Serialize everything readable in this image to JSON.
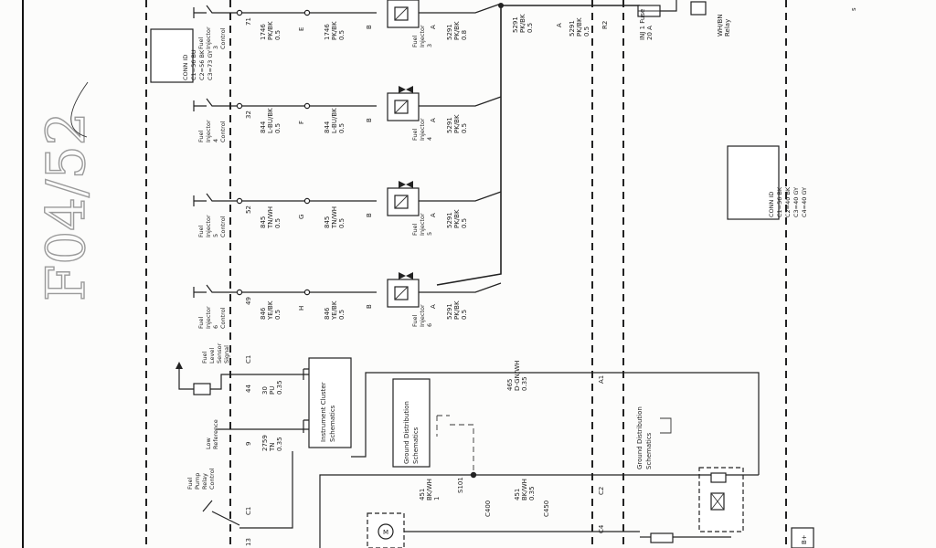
{
  "handwriting": "F04/52",
  "injectors": [
    {
      "pin": "71",
      "ckt1": "1746",
      "col1": "PK/BK",
      "g1": "0.5",
      "conn": "E",
      "ckt2": "1746",
      "col2": "PK/BK",
      "g2": "0.5",
      "pinB": "B",
      "name": "Fuel Injector 3",
      "pinA": "A",
      "pwr": "5291",
      "pcol": "PK/BK",
      "pg": "0.8",
      "ctl": "Fuel Injector 3 Control"
    },
    {
      "pin": "32",
      "ckt1": "844",
      "col1": "L-BU/BK",
      "g1": "0.5",
      "conn": "F",
      "ckt2": "844",
      "col2": "L-BU/BK",
      "g2": "0.5",
      "pinB": "B",
      "name": "Fuel Injector 4",
      "pinA": "A",
      "pwr": "5291",
      "pcol": "PK/BK",
      "pg": "0.5",
      "ctl": "Fuel Injector 4 Control"
    },
    {
      "pin": "52",
      "ckt1": "845",
      "col1": "TN/WH",
      "g1": "0.5",
      "conn": "G",
      "ckt2": "845",
      "col2": "TN/WH",
      "g2": "0.5",
      "pinB": "B",
      "name": "Fuel Injector 5",
      "pinA": "A",
      "pwr": "5291",
      "pcol": "PK/BK",
      "pg": "0.5",
      "ctl": "Fuel Injector 5 Control"
    },
    {
      "pin": "49",
      "ckt1": "846",
      "col1": "YE/BK",
      "g1": "0.5",
      "conn": "H",
      "ckt2": "846",
      "col2": "YE/BK",
      "g2": "0.5",
      "pinB": "B",
      "name": "Fuel Injector 6",
      "pinA": "A",
      "pwr": "5291",
      "pcol": "PK/BK",
      "pg": "0.5",
      "ctl": "Fuel Injector 6 Control"
    }
  ],
  "conn_left": {
    "title": "CONN ID",
    "lines": [
      "C1=56 BU",
      "C2=56 BK",
      "C3=73 GY"
    ]
  },
  "conn_right": {
    "title": "CONN ID",
    "lines": [
      "C1=56 BK",
      "C2=40 BK",
      "C3=40 GY",
      "C4=40 GY"
    ]
  },
  "fuse": {
    "name": "INJ 1 Fuse",
    "rating": "20 A"
  },
  "relay": {
    "name": "Relay",
    "line2": "WH/BN"
  },
  "top_feed": {
    "ckt": "5291",
    "col": "PK/BK",
    "g": "0.5",
    "pin": "A",
    "conn": "R2",
    "ckt2": "5291",
    "col2": "PK/BK",
    "g2": "0.5"
  },
  "sensor": {
    "pin": "C1",
    "pin2": "44",
    "label": "Fuel Level Sensor Signal",
    "ckt": "30",
    "col": "PU",
    "g": "0.35"
  },
  "low_ref": {
    "pin": "9",
    "label": "Low Reference",
    "ckt": "2759",
    "col": "TN",
    "g": "0.35"
  },
  "cluster": {
    "label": "Instrument Cluster Schematics"
  },
  "ground_dist": {
    "label": "Ground Distribution Schematics"
  },
  "ground_dist2": {
    "label": "Ground Distribution Schematics"
  },
  "ground_ckt": {
    "ckt": "465",
    "col": "D-GN/WH",
    "g": "0.35",
    "pin": "A1"
  },
  "relay_ctl": {
    "label": "Fuel Pump Relay Control",
    "pin": "C1",
    "pin2": "13"
  },
  "bottom": {
    "ckt": "451",
    "col": "BK/WH",
    "g": "1",
    "splice": "S101",
    "ckt2": "451",
    "col2": "BK/WH",
    "g2": "0.35",
    "pin": "C2",
    "pin2": "C4",
    "s2": "C400",
    "s3": "C450",
    "motor": "M",
    "bplus": "B+"
  }
}
